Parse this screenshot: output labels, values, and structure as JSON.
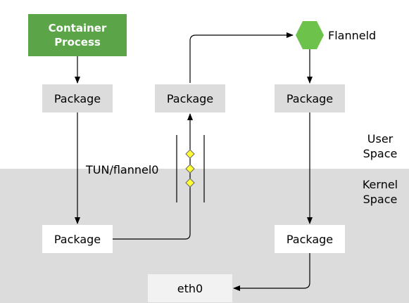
{
  "nodes": {
    "container_process": {
      "line1": "Container",
      "line2": "Process"
    },
    "flanneld": "Flanneld",
    "package_left_user": "Package",
    "package_middle_user": "Package",
    "package_right_user": "Package",
    "package_left_kernel": "Package",
    "package_right_kernel": "Package",
    "eth0": "eth0"
  },
  "labels": {
    "tun": "TUN/flannel0",
    "user_space": {
      "line1": "User",
      "line2": "Space"
    },
    "kernel_space": {
      "line1": "Kernel",
      "line2": "Space"
    }
  },
  "colors": {
    "container_fill": "#5ba548",
    "hexagon_fill": "#6cc24a",
    "package_gray": "#dcdcdc",
    "kernel_band": "#dcdcdc",
    "diamond_fill": "#ffff33"
  }
}
